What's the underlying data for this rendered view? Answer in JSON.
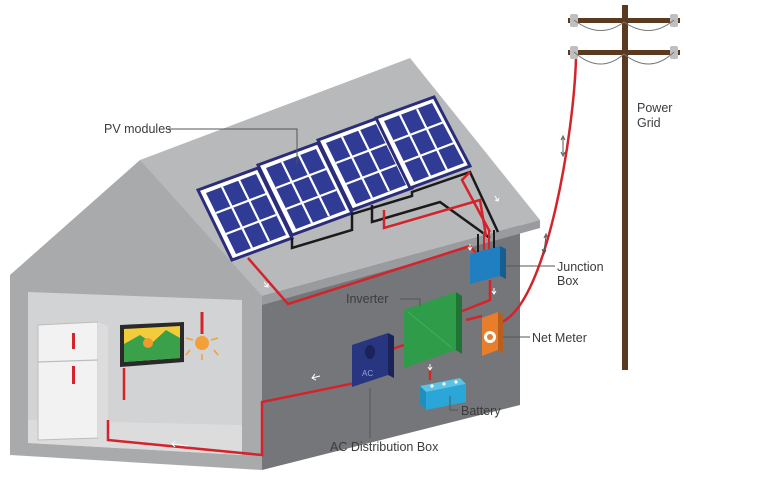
{
  "labels": {
    "pv_modules": "PV modules",
    "power_grid_line1": "Power",
    "power_grid_line2": "Grid",
    "junction_box_line1": "Junction",
    "junction_box_line2": "Box",
    "inverter": "Inverter",
    "net_meter": "Net Meter",
    "battery": "Battery",
    "ac_distribution_box": "AC Distribution Box",
    "ac_box_mark": "AC"
  },
  "colors": {
    "wall_light": "#a7a8aa",
    "wall_dark": "#6f7073",
    "roof": "#b9babc",
    "interior": "#cfd0d2",
    "floor": "#d9d9da",
    "panel_frame": "#2b2d7a",
    "panel_cell": "#2f3b95",
    "wire_red": "#d3242c",
    "wire_black": "#1a1a1a",
    "inverter": "#2e9c49",
    "junction_box": "#1f7fc1",
    "battery": "#2aa6d8",
    "net_meter": "#e87d2b",
    "ac_box": "#283681",
    "pole": "#5b3a1f"
  }
}
